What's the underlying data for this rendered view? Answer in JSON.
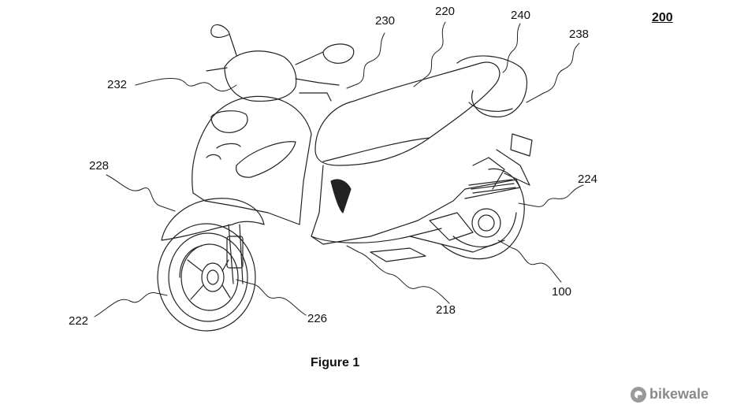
{
  "figure": {
    "number": "200",
    "caption": "Figure 1"
  },
  "callouts": {
    "c100": "100",
    "c218": "218",
    "c220": "220",
    "c222": "222",
    "c224": "224",
    "c226": "226",
    "c228": "228",
    "c230": "230",
    "c232": "232",
    "c238": "238",
    "c240": "240"
  },
  "watermark": {
    "text": "bikewale"
  }
}
